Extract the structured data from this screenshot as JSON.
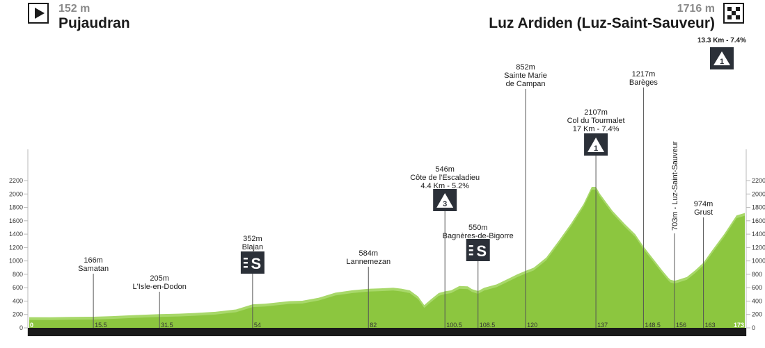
{
  "start": {
    "altitude": "152 m",
    "name": "Pujaudran"
  },
  "finish": {
    "altitude": "1716 m",
    "name": "Luz Ardiden (Luz-Saint-Sauveur)",
    "climb_label": "13.3 Km - 7.4%",
    "climb_category": "1"
  },
  "colors": {
    "fill_dark": "#8cc63f",
    "fill_light": "#a8d86a",
    "line": "#6e6e6e",
    "axis_bar": "#1a1a1a",
    "badge": "#2b3038"
  },
  "chart_data": {
    "type": "area",
    "xlim": [
      0,
      173
    ],
    "ylim": [
      0,
      2200
    ],
    "y_ticks": [
      0,
      200,
      400,
      600,
      800,
      1000,
      1200,
      1400,
      1600,
      1800,
      2000,
      2200
    ],
    "x_ticks": [
      0,
      15.5,
      31.5,
      54,
      82,
      100.5,
      108.5,
      120,
      137,
      148.5,
      156,
      163,
      173
    ],
    "x_tick_labels": [
      "0",
      "15.5",
      "31.5",
      "54",
      "82",
      "100.5",
      "108.5",
      "120",
      "137",
      "148.5",
      "156",
      "163",
      "173"
    ],
    "profile": [
      [
        0,
        160
      ],
      [
        5,
        158
      ],
      [
        10,
        164
      ],
      [
        15.5,
        166
      ],
      [
        20,
        175
      ],
      [
        25,
        190
      ],
      [
        31.5,
        205
      ],
      [
        36,
        212
      ],
      [
        40,
        222
      ],
      [
        45,
        240
      ],
      [
        50,
        275
      ],
      [
        54,
        352
      ],
      [
        57,
        360
      ],
      [
        60,
        380
      ],
      [
        63,
        400
      ],
      [
        66,
        405
      ],
      [
        70,
        450
      ],
      [
        74,
        525
      ],
      [
        78,
        560
      ],
      [
        82,
        584
      ],
      [
        85,
        590
      ],
      [
        88,
        600
      ],
      [
        90,
        585
      ],
      [
        92,
        560
      ],
      [
        94,
        470
      ],
      [
        95.5,
        340
      ],
      [
        97,
        420
      ],
      [
        99,
        520
      ],
      [
        100.5,
        546
      ],
      [
        102,
        560
      ],
      [
        104,
        625
      ],
      [
        106,
        620
      ],
      [
        107,
        580
      ],
      [
        108.5,
        550
      ],
      [
        110,
        600
      ],
      [
        113,
        650
      ],
      [
        116,
        740
      ],
      [
        118,
        800
      ],
      [
        120,
        852
      ],
      [
        122,
        900
      ],
      [
        125,
        1050
      ],
      [
        128,
        1300
      ],
      [
        131,
        1560
      ],
      [
        134,
        1850
      ],
      [
        136,
        2107
      ],
      [
        137,
        2107
      ],
      [
        138,
        2000
      ],
      [
        141,
        1750
      ],
      [
        144,
        1550
      ],
      [
        146.5,
        1400
      ],
      [
        148.5,
        1217
      ],
      [
        151,
        1020
      ],
      [
        153,
        860
      ],
      [
        154.5,
        750
      ],
      [
        155,
        720
      ],
      [
        156,
        703
      ],
      [
        157,
        720
      ],
      [
        159,
        760
      ],
      [
        161,
        860
      ],
      [
        163,
        974
      ],
      [
        165,
        1150
      ],
      [
        168,
        1400
      ],
      [
        171,
        1680
      ],
      [
        173,
        1716
      ]
    ],
    "points": [
      {
        "km": 15.5,
        "altitude": "166m",
        "name": "Samatan"
      },
      {
        "km": 31.5,
        "altitude": "205m",
        "name": "L'Isle-en-Dodon"
      },
      {
        "km": 54,
        "altitude": "352m",
        "name": "Blajan",
        "type": "sprint"
      },
      {
        "km": 82,
        "altitude": "584m",
        "name": "Lannemezan"
      },
      {
        "km": 100.5,
        "altitude": "546m",
        "name": "Côte de l'Escaladieu",
        "detail": "4.4 Km - 5.2%",
        "type": "climb",
        "category": "3"
      },
      {
        "km": 108.5,
        "altitude": "550m",
        "name": "Bagnères-de-Bigorre",
        "type": "sprint"
      },
      {
        "km": 120,
        "altitude": "852m",
        "name": "Sainte Marie",
        "name2": "de Campan"
      },
      {
        "km": 137,
        "altitude": "2107m",
        "name": "Col du Tourmalet",
        "detail": "17 Km - 7.4%",
        "type": "climb",
        "category": "1"
      },
      {
        "km": 148.5,
        "altitude": "1217m",
        "name": "Barèges"
      },
      {
        "km": 156,
        "altitude": "703m",
        "name": "Luz-Saint-Sauveur",
        "vertical": true
      },
      {
        "km": 163,
        "altitude": "974m",
        "name": "Grust"
      }
    ]
  }
}
